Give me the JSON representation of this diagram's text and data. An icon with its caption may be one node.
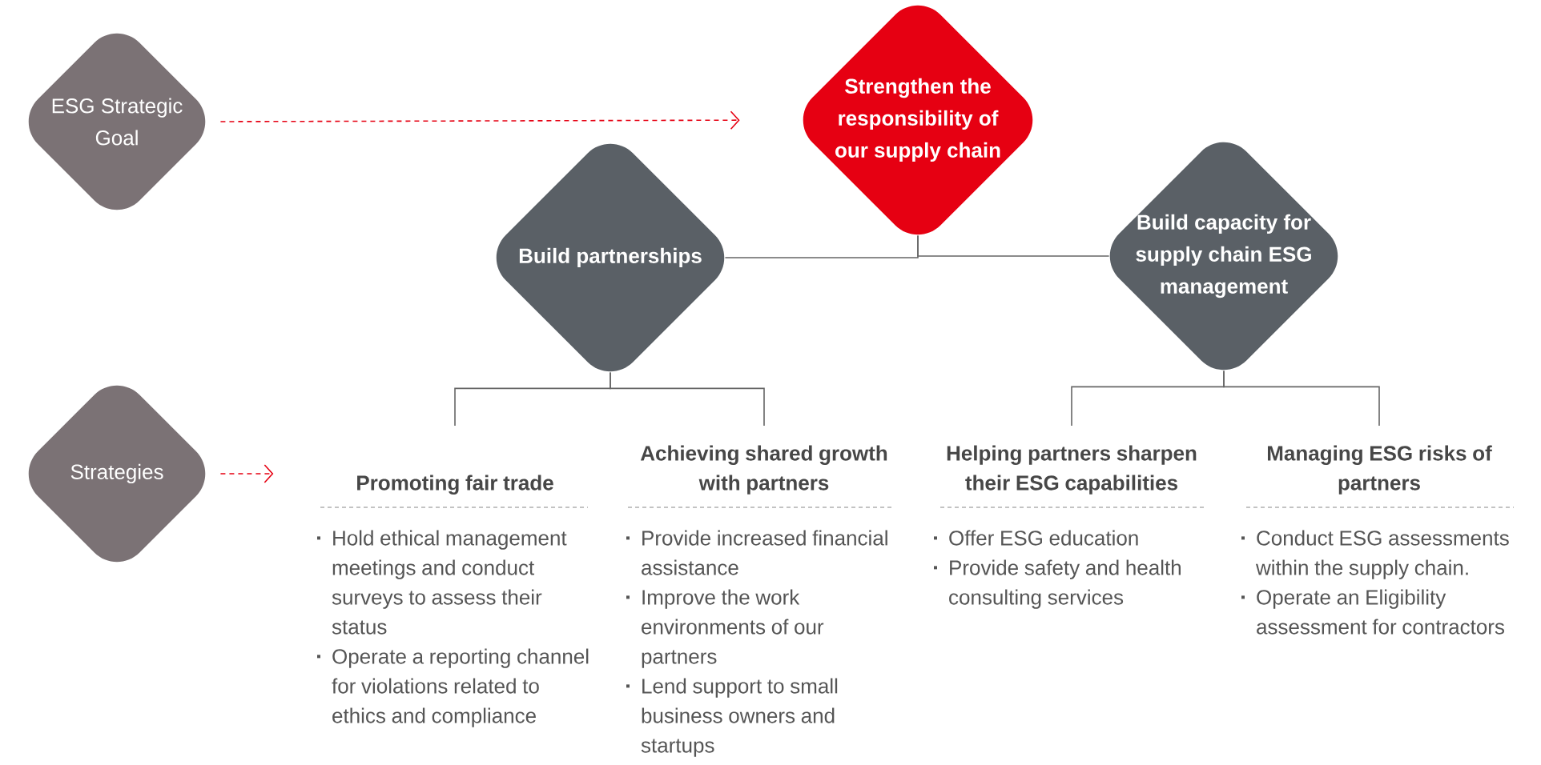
{
  "diagram": {
    "nodes": [
      {
        "text": [
          "ESG Strategic Goal"
        ]
      },
      {
        "text": [
          "Strengthen the responsibility of our supply chain"
        ]
      },
      {
        "text": [
          "Build partnerships"
        ]
      },
      {
        "text": [
          "Build capacity for supply chain ESG management"
        ]
      },
      {
        "text": [
          "Strategies"
        ]
      },
      {
        "text": [
          "Promoting fair trade",
          "Hold ethical management meetings and conduct surveys to assess their status",
          "Operate a reporting channel for violations related to ethics and compliance"
        ]
      },
      {
        "text": [
          "Achieving shared growth with partners",
          "Provide increased financial assistance",
          "Improve the work environments of our partners",
          "Lend support to small business owners and startups"
        ]
      },
      {
        "text": [
          "Helping partners sharpen their ESG capabilities",
          "Offer ESG education",
          "Provide safety and health consulting services"
        ]
      },
      {
        "text": [
          "Managing ESG risks of partners",
          "Conduct ESG assessments within the supply chain.",
          "Operate an Eligibility assessment for contractors"
        ]
      }
    ],
    "edges": [
      {
        "from": 0,
        "to": 1,
        "arrow": "to",
        "style": "dashed",
        "color": "#e60012"
      },
      {
        "from": 4,
        "to": null,
        "arrow": "to",
        "style": "dashed",
        "color": "#e60012"
      },
      {
        "from": 1,
        "to": 2,
        "arrow": "none"
      },
      {
        "from": 1,
        "to": 3,
        "arrow": "none"
      },
      {
        "from": 2,
        "to": 5,
        "arrow": "none"
      },
      {
        "from": 2,
        "to": 6,
        "arrow": "none"
      },
      {
        "from": 3,
        "to": 7,
        "arrow": "none"
      },
      {
        "from": 3,
        "to": 8,
        "arrow": "none"
      }
    ]
  }
}
